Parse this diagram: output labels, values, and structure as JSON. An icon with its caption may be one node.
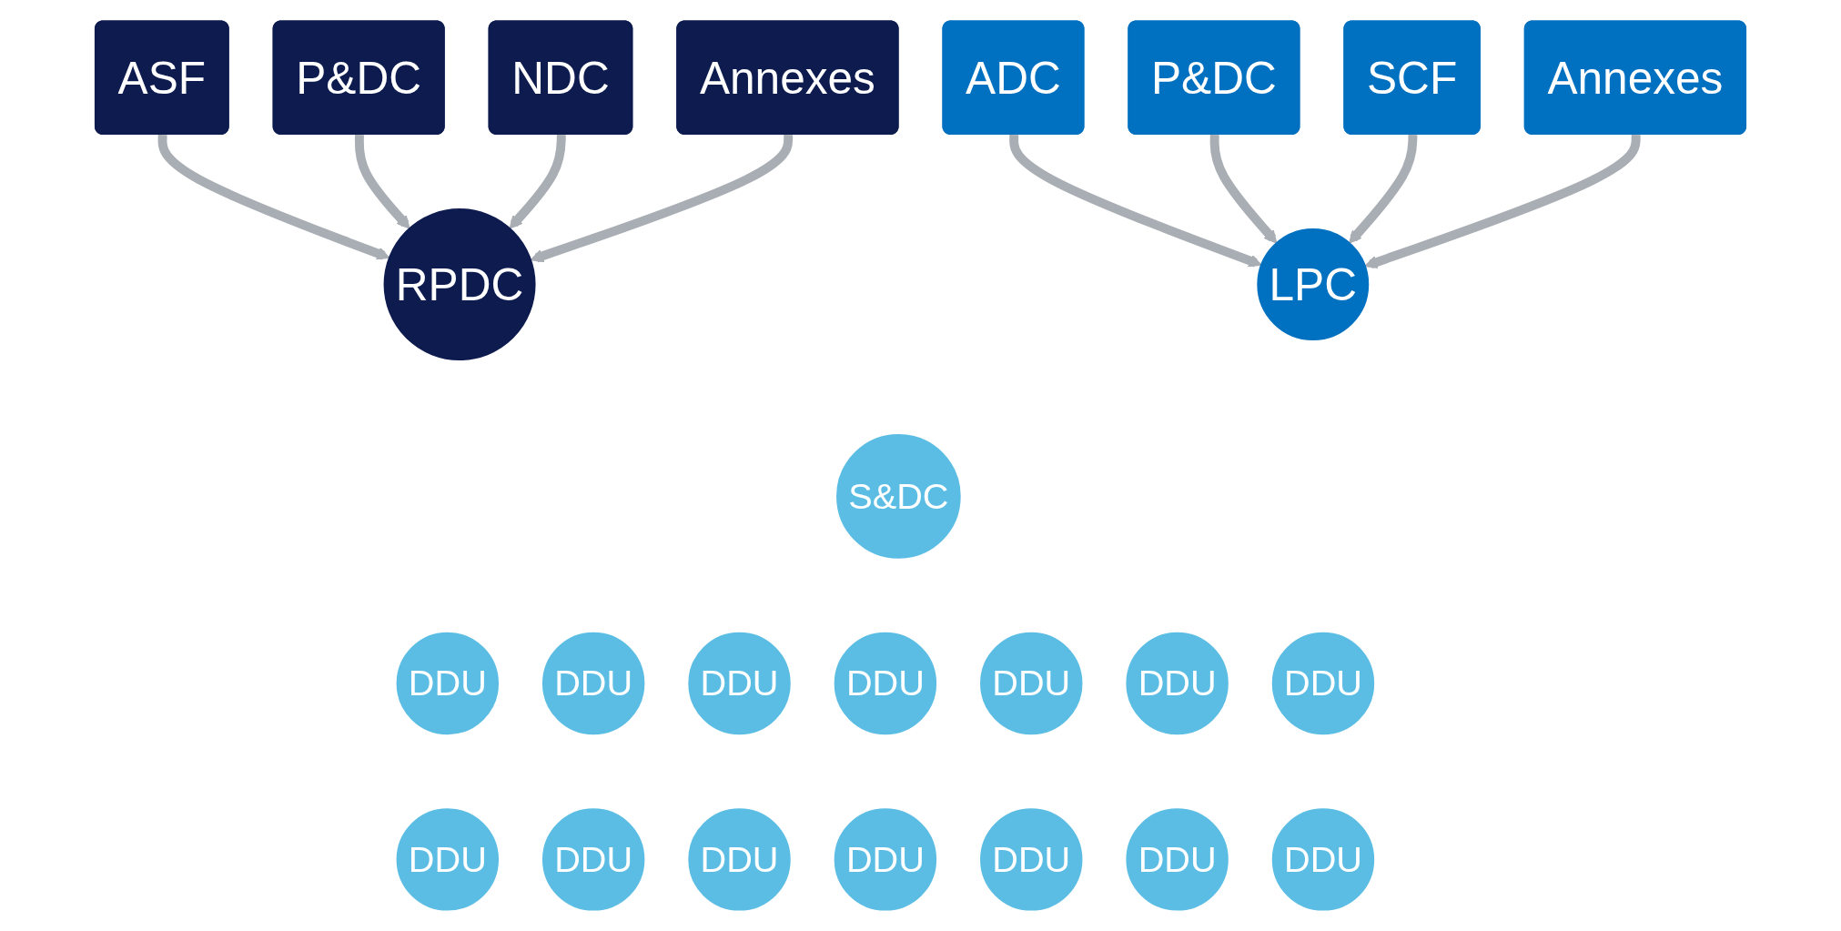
{
  "diagram": {
    "nodes": [
      {
        "text": [
          "ASF"
        ]
      },
      {
        "text": [
          "P&DC"
        ]
      },
      {
        "text": [
          "ADC"
        ]
      },
      {
        "text": [
          "P&DC"
        ]
      },
      {
        "text": [
          "NDC"
        ]
      },
      {
        "text": [
          "RPDC"
        ]
      },
      {
        "text": [
          "Annexes"
        ]
      },
      {
        "text": [
          "SCF"
        ]
      },
      {
        "text": [
          "LPC"
        ]
      },
      {
        "text": [
          "Annexes"
        ]
      },
      {
        "text": [
          "S&DC"
        ]
      },
      {
        "text": [
          "DDU"
        ]
      },
      {
        "text": [
          "DDU"
        ]
      },
      {
        "text": [
          "DDU"
        ]
      },
      {
        "text": [
          "DDU"
        ]
      },
      {
        "text": [
          "DDU"
        ]
      },
      {
        "text": [
          "DDU"
        ]
      },
      {
        "text": [
          "DDU"
        ]
      },
      {
        "text": [
          "DDU"
        ]
      },
      {
        "text": [
          "DDU"
        ]
      },
      {
        "text": [
          "DDU"
        ]
      },
      {
        "text": [
          "DDU"
        ]
      },
      {
        "text": [
          "DDU"
        ]
      },
      {
        "text": [
          "DDU"
        ]
      },
      {
        "text": [
          "DDU"
        ]
      }
    ],
    "edges": [
      {
        "from": 0,
        "to": 5,
        "arrow": "to"
      },
      {
        "from": 1,
        "to": 5,
        "arrow": "to"
      },
      {
        "from": 4,
        "to": 5,
        "arrow": "to"
      },
      {
        "from": 6,
        "to": 5,
        "arrow": "to"
      },
      {
        "from": 2,
        "to": 8,
        "arrow": "to"
      },
      {
        "from": 3,
        "to": 8,
        "arrow": "to"
      },
      {
        "from": 7,
        "to": 8,
        "arrow": "to"
      },
      {
        "from": 9,
        "to": 8,
        "arrow": "to"
      }
    ]
  }
}
